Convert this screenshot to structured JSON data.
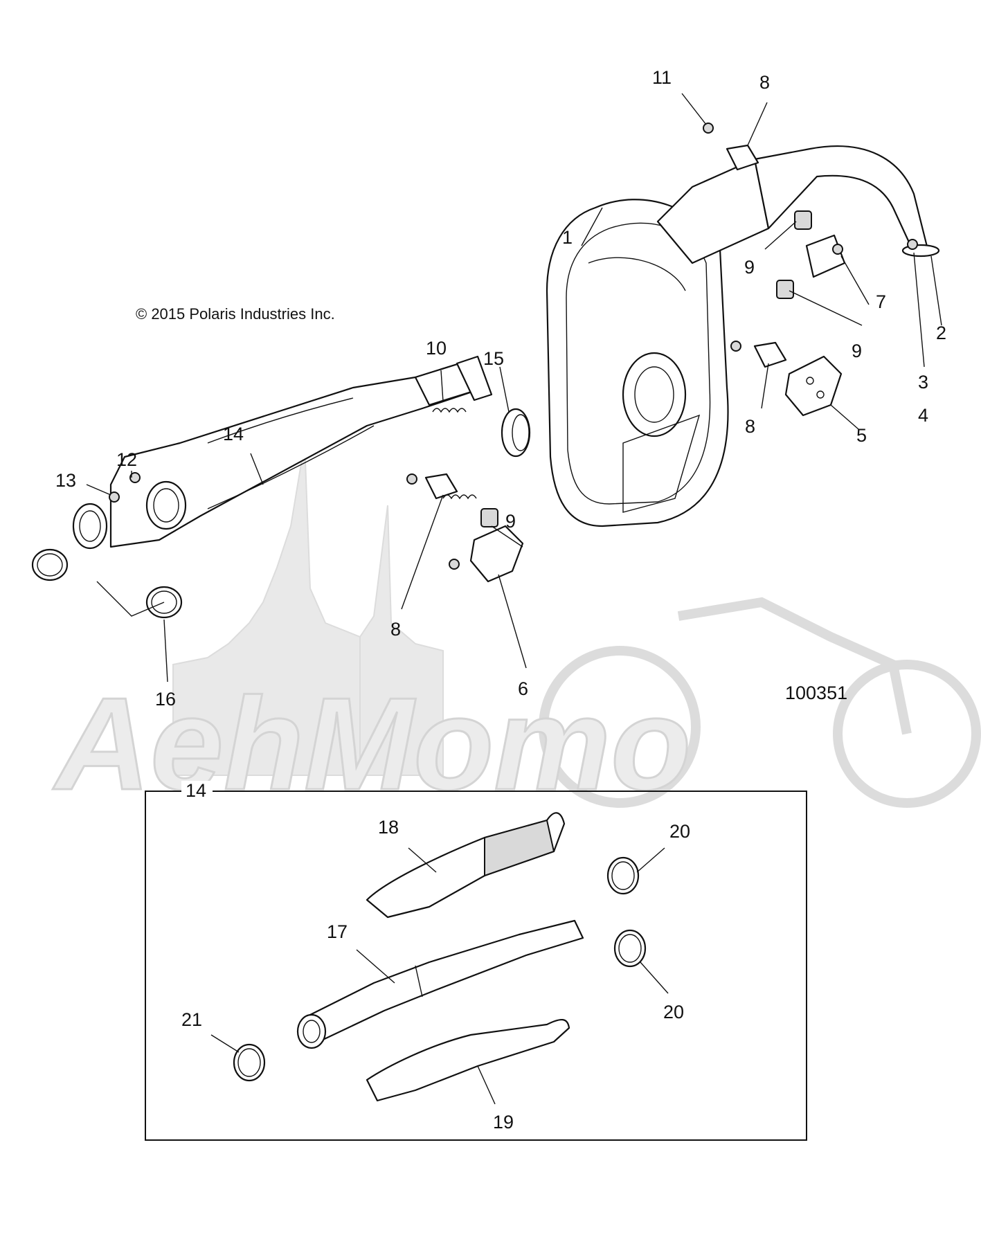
{
  "copyright": "© 2015 Polaris Industries Inc.",
  "drawing_id": "100351",
  "watermark_text": "AеhMomo",
  "inset_label": "14",
  "callouts": [
    "1",
    "2",
    "3",
    "4",
    "5",
    "6",
    "7",
    "8",
    "8",
    "8",
    "9",
    "9",
    "9",
    "10",
    "11",
    "12",
    "13",
    "14",
    "15",
    "16",
    "17",
    "18",
    "19",
    "20",
    "20",
    "21"
  ]
}
